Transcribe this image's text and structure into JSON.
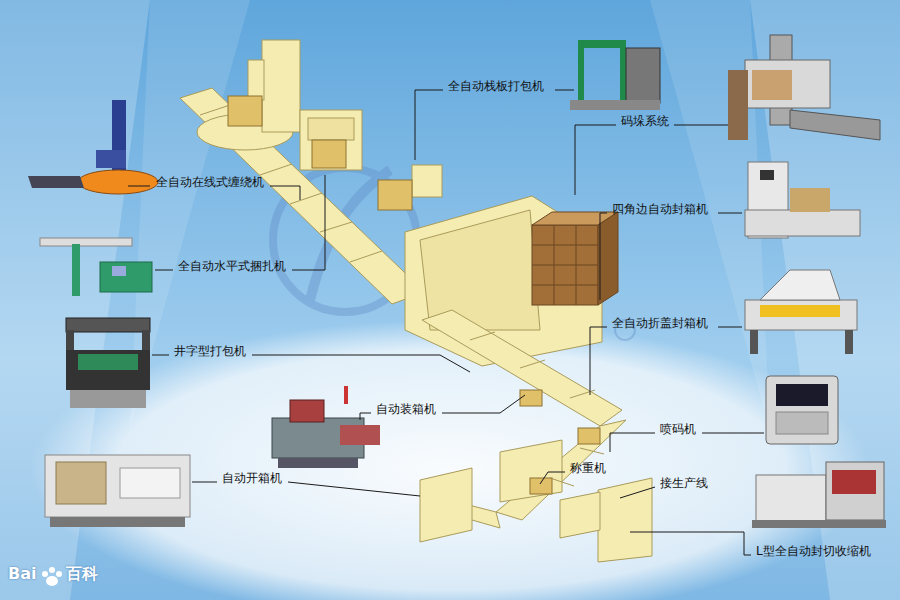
{
  "diagram": {
    "labels": [
      "全自动栈板打包机",
      "码垛系统",
      "全自动在线式缠绕机",
      "四角边自动封箱机",
      "全自动水平式捆扎机",
      "全自动折盖封箱机",
      "井字型打包机",
      "自动装箱机",
      "喷码机",
      "称重机",
      "自动开箱机",
      "接生产线",
      "L型全自动封切收缩机",
      "Bai",
      "百科"
    ]
  }
}
